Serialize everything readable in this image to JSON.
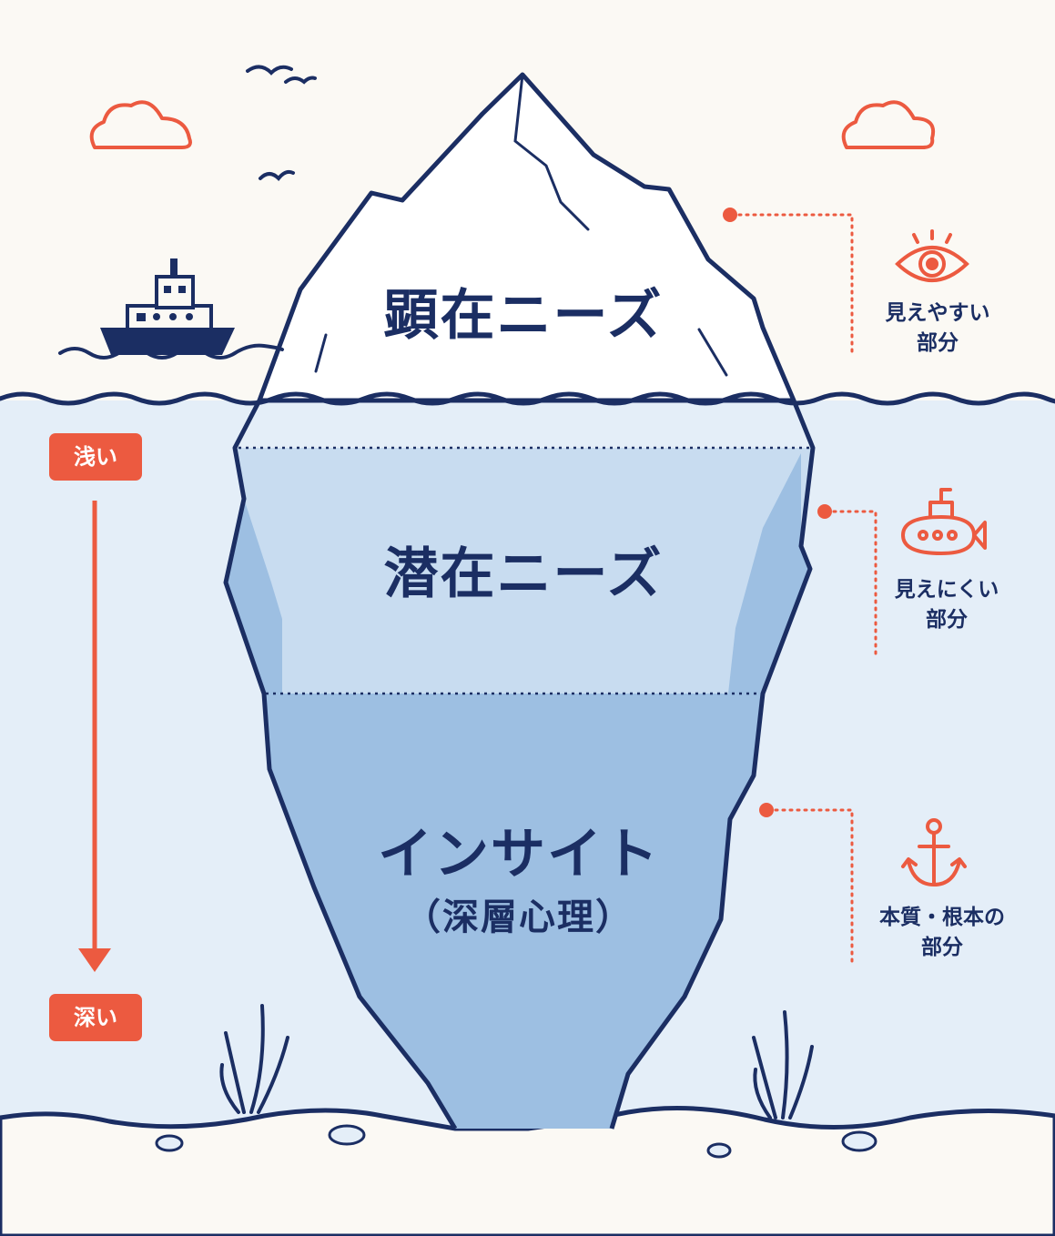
{
  "layers": {
    "explicit": {
      "label": "顕在ニーズ"
    },
    "latent": {
      "label": "潜在ニーズ"
    },
    "insight": {
      "label": "インサイト",
      "sublabel": "（深層心理）"
    }
  },
  "side_notes": {
    "visible": {
      "line1": "見えやすい",
      "line2": "部分",
      "icon": "eye-icon"
    },
    "hard_to_see": {
      "line1": "見えにくい",
      "line2": "部分",
      "icon": "submarine-icon"
    },
    "essence": {
      "line1": "本質・根本の",
      "line2": "部分",
      "icon": "anchor-icon"
    }
  },
  "depth_scale": {
    "shallow": "浅い",
    "deep": "深い"
  },
  "colors": {
    "outline": "#1b2e63",
    "accent": "#ec5a40",
    "sky": "#fbf9f4",
    "water": "#e4eef8",
    "latent_fill": "#c8dcf0",
    "insight_fill": "#9dbfe2"
  }
}
